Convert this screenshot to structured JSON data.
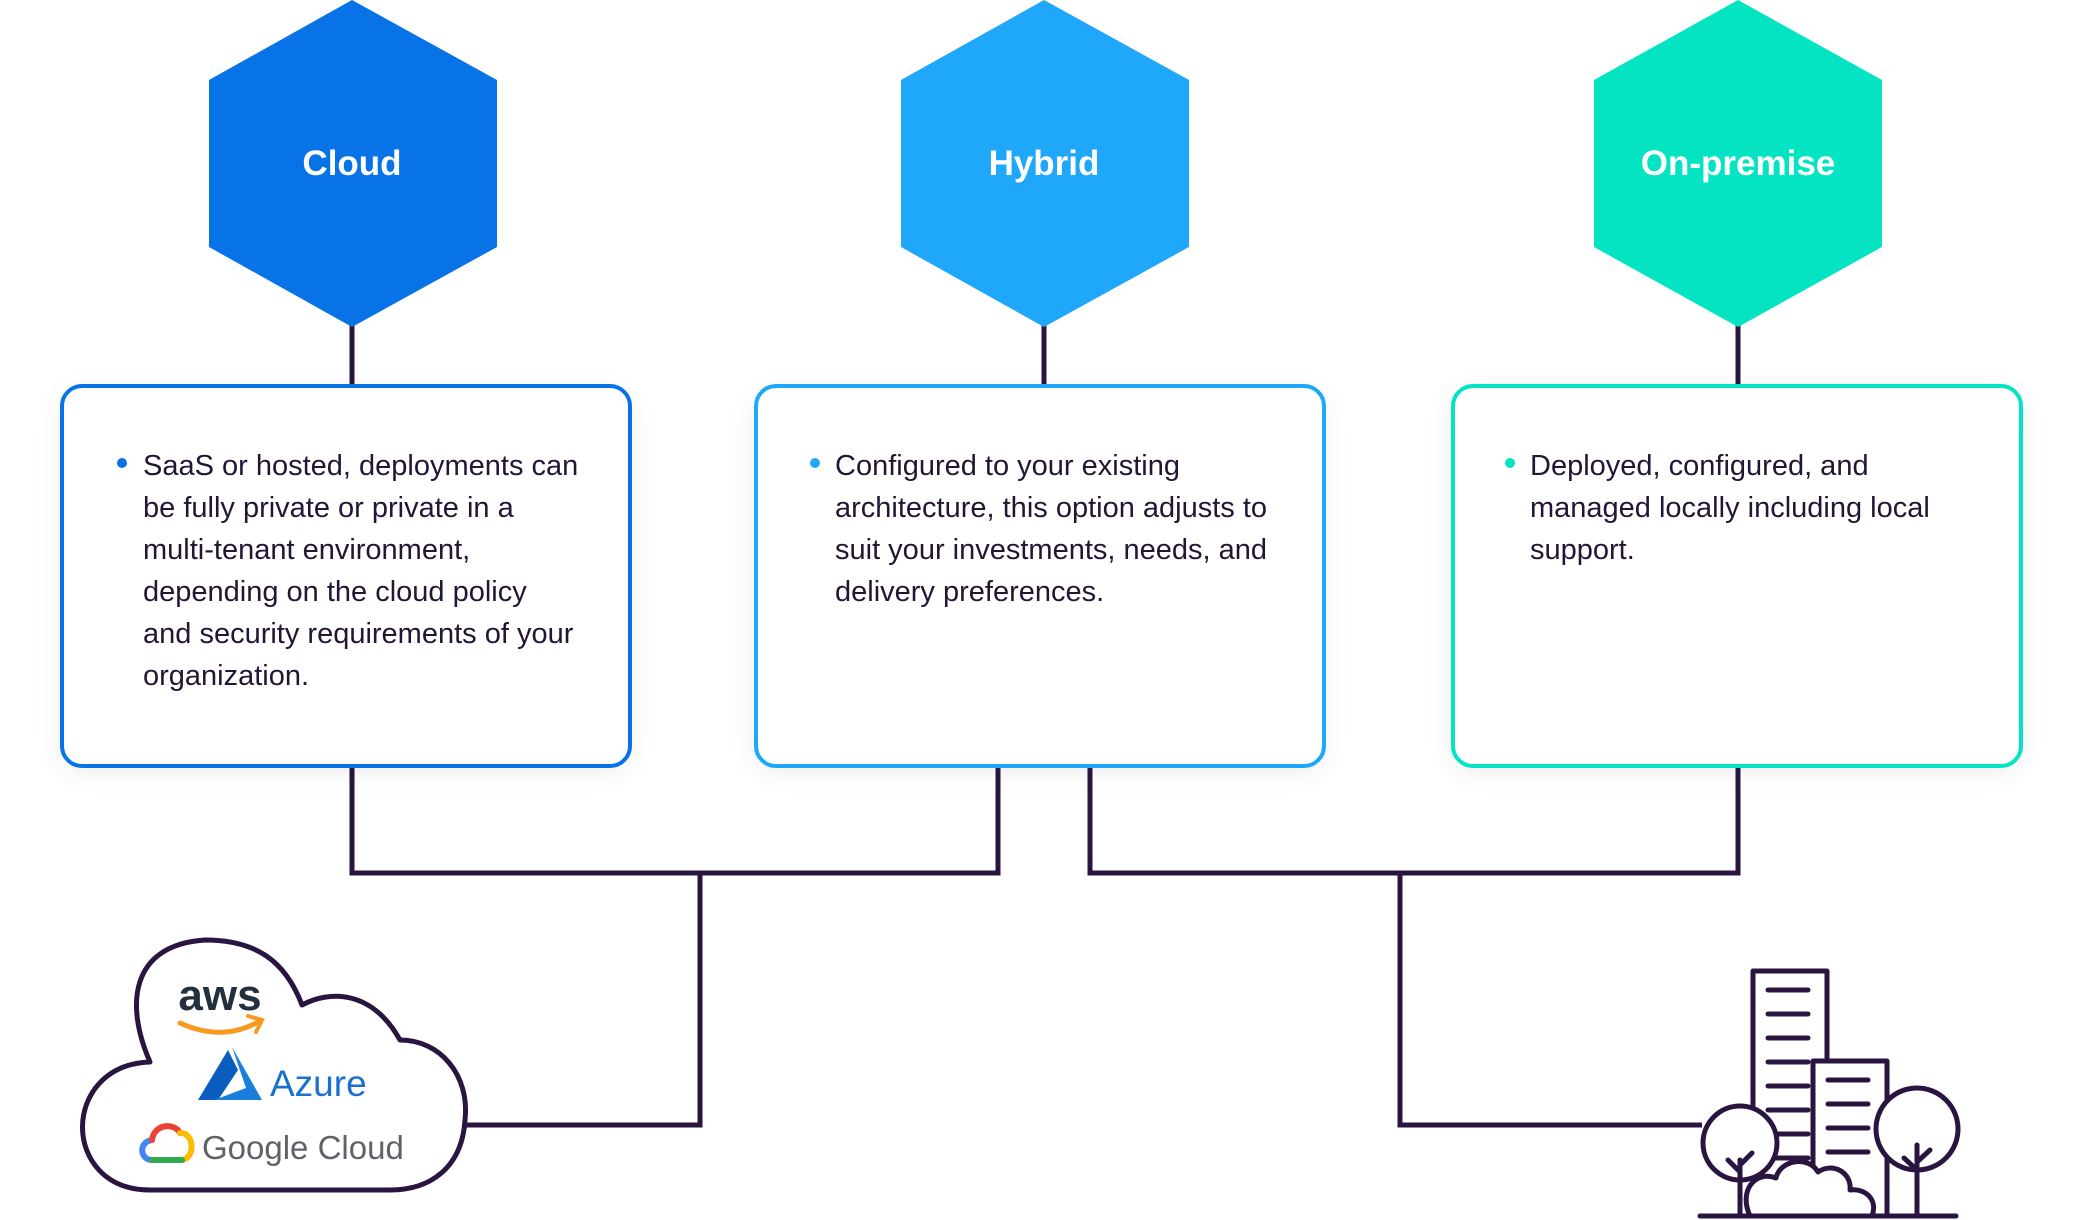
{
  "colors": {
    "cloud": "#0773e6",
    "hybrid": "#1fa8fa",
    "onpremise": "#05e4c2",
    "line": "#2a1541",
    "text": "#231533",
    "aws_orange": "#f79a1e",
    "azure_blue": "#1a70cf",
    "google_grey": "#5f6368"
  },
  "options": [
    {
      "id": "cloud",
      "title": "Cloud",
      "bullets": [
        "SaaS or hosted, deployments can be fully private or private in a multi-tenant environment, depending on the cloud policy and security requirements of your organization."
      ]
    },
    {
      "id": "hybrid",
      "title": "Hybrid",
      "bullets": [
        "Configured to your existing architecture, this option adjusts to suit your investments, needs, and delivery preferences."
      ]
    },
    {
      "id": "onpremise",
      "title": "On-premise",
      "bullets": [
        "Deployed, configured, and managed locally including local support."
      ]
    }
  ],
  "cloud_providers": {
    "aws": "aws",
    "azure": "Azure",
    "google": "Google Cloud"
  },
  "icons": {
    "cloud": "cloud-providers-icon",
    "buildings": "buildings-with-trees-icon"
  }
}
